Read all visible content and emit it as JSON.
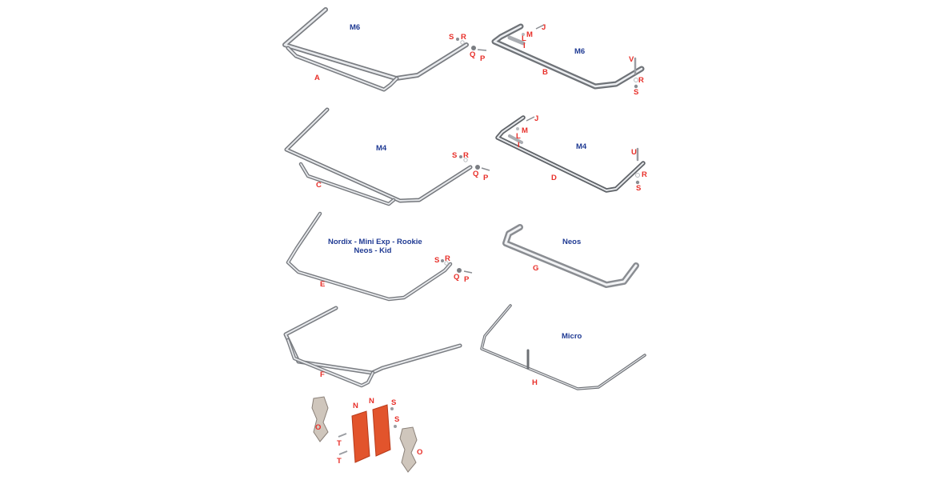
{
  "colors": {
    "model_title": "#1f3a93",
    "part_letter": "#e8302a",
    "chrome_dark": "#7a7d82",
    "chrome_light": "#e4e6ea",
    "clamp_orange": "#e2542c"
  },
  "panels": [
    {
      "id": "A",
      "model": "M6",
      "part": "A",
      "hardware": [
        "S",
        "R",
        "Q",
        "P"
      ]
    },
    {
      "id": "B",
      "model": "M6",
      "part": "B",
      "hardware": [
        "J",
        "M",
        "L",
        "I",
        "V",
        "R",
        "S"
      ]
    },
    {
      "id": "C",
      "model": "M4",
      "part": "C",
      "hardware": [
        "S",
        "R",
        "Q",
        "P"
      ]
    },
    {
      "id": "D",
      "model": "M4",
      "part": "D",
      "hardware": [
        "J",
        "M",
        "L",
        "I",
        "U",
        "R",
        "S"
      ]
    },
    {
      "id": "E",
      "model_line1": "Nordix - Mini Exp - Rookie",
      "model_line2": "Neos - Kid",
      "part": "E",
      "hardware": [
        "S",
        "R",
        "Q",
        "P"
      ]
    },
    {
      "id": "G",
      "model": "Neos",
      "part": "G"
    },
    {
      "id": "F",
      "part": "F"
    },
    {
      "id": "H",
      "model": "Micro",
      "part": "H"
    },
    {
      "id": "clamps",
      "hardware": [
        "N",
        "N",
        "S",
        "S",
        "O",
        "T",
        "T",
        "O"
      ]
    }
  ]
}
